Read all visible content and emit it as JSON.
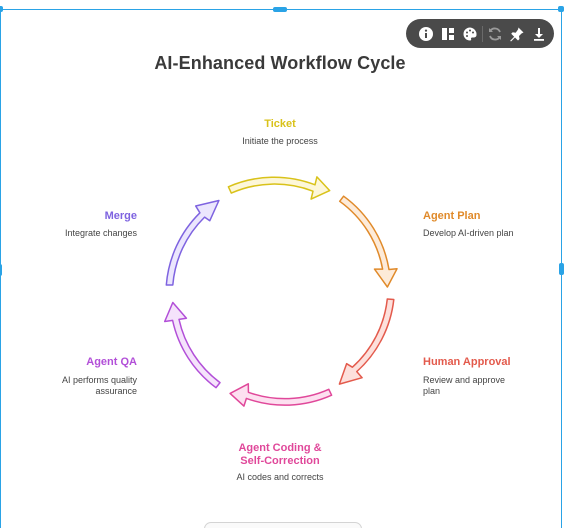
{
  "title": "AI-Enhanced Workflow Cycle",
  "colors": {
    "ticket": "#d9c21a",
    "agent_plan": "#e08a2a",
    "human_approval": "#e35a4c",
    "agent_coding": "#e0489a",
    "agent_qa": "#b24fd8",
    "merge": "#7e63e0",
    "selection": "#2aa3e6",
    "toolbar_bg": "#4a4a4a"
  },
  "toolbar": {
    "icons": [
      "info-icon",
      "layout-icon",
      "palette-icon",
      "refresh-icon",
      "pin-icon",
      "download-icon"
    ]
  },
  "steps": {
    "ticket": {
      "label": "Ticket",
      "desc": "Initiate the process"
    },
    "agent_plan": {
      "label": "Agent Plan",
      "desc": "Develop AI-driven plan"
    },
    "human_approval": {
      "label": "Human Approval",
      "desc_1": "Review and approve",
      "desc_2": "plan"
    },
    "agent_coding": {
      "label_1": "Agent Coding &",
      "label_2": "Self-Correction",
      "desc": "AI codes and corrects"
    },
    "agent_qa": {
      "label": "Agent QA",
      "desc_1": "AI performs quality",
      "desc_2": "assurance"
    },
    "merge": {
      "label": "Merge",
      "desc": "Integrate changes"
    }
  }
}
